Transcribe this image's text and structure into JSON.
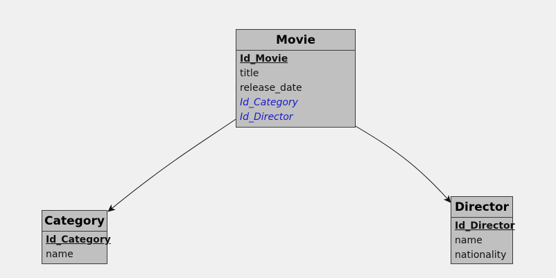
{
  "entities": {
    "movie": {
      "name": "Movie",
      "attributes": [
        {
          "label": "Id_Movie",
          "kind": "pk"
        },
        {
          "label": "title",
          "kind": "plain"
        },
        {
          "label": "release_date",
          "kind": "plain"
        },
        {
          "label": "Id_Category",
          "kind": "fk"
        },
        {
          "label": "Id_Director",
          "kind": "fk"
        }
      ]
    },
    "category": {
      "name": "Category",
      "attributes": [
        {
          "label": "Id_Category",
          "kind": "pk"
        },
        {
          "label": "name",
          "kind": "plain"
        }
      ]
    },
    "director": {
      "name": "Director",
      "attributes": [
        {
          "label": "Id_Director",
          "kind": "pk"
        },
        {
          "label": "name",
          "kind": "plain"
        },
        {
          "label": "nationality",
          "kind": "plain"
        }
      ]
    }
  },
  "relationships": [
    {
      "from": "Movie",
      "to": "Category"
    },
    {
      "from": "Movie",
      "to": "Director"
    }
  ],
  "colors": {
    "background": "#f0f0f0",
    "entity_fill": "#c0c0c0",
    "border": "#3b3b3b",
    "foreign_key_text": "#1a1acc"
  }
}
